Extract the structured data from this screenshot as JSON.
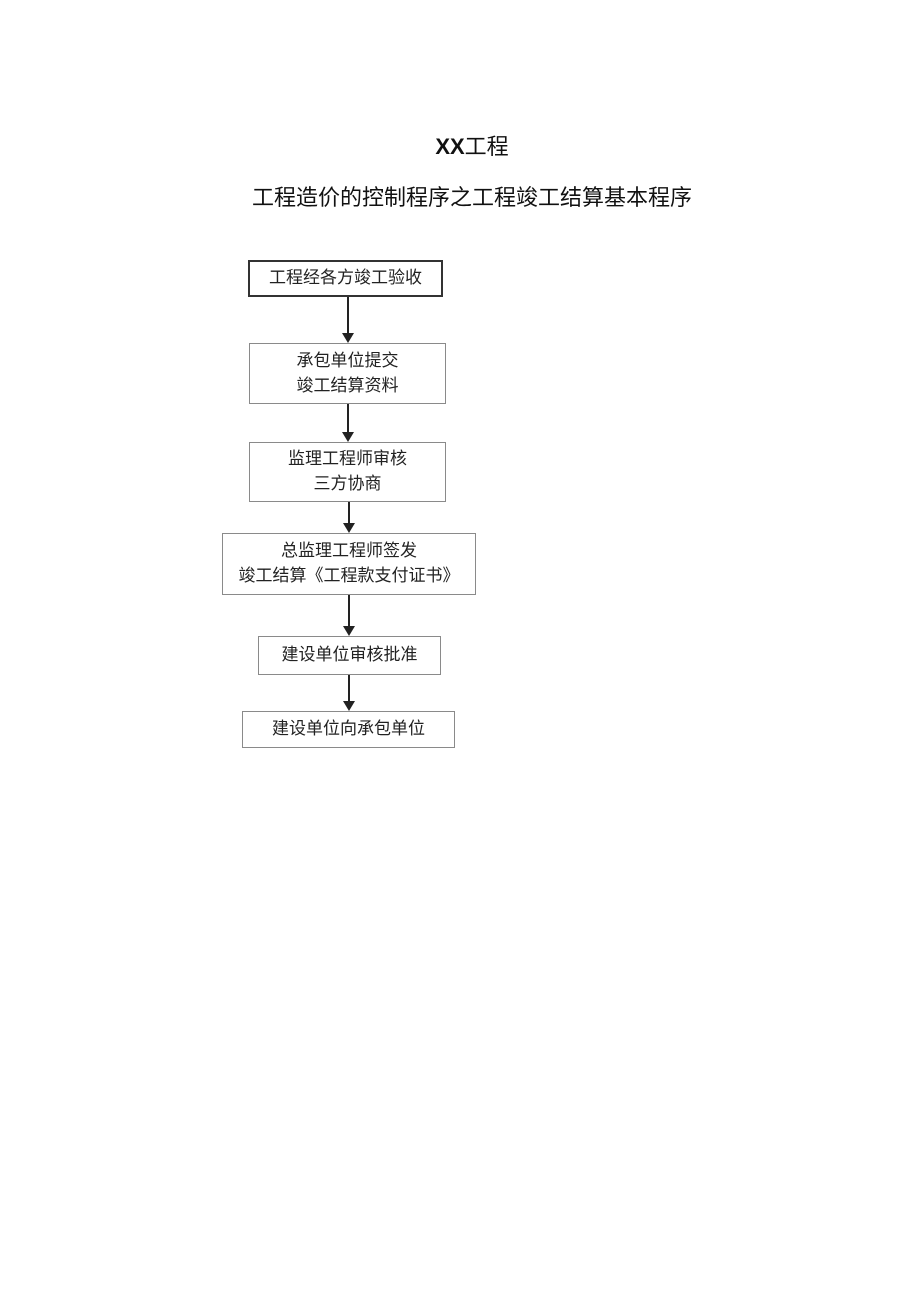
{
  "header": {
    "title_prefix": "XX",
    "title_suffix": "工程",
    "subtitle": "工程造价的控制程序之工程竣工结算基本程序"
  },
  "flow": {
    "steps": [
      {
        "line1": "工程经各方竣工验收",
        "line2": ""
      },
      {
        "line1": "承包单位提交",
        "line2": "竣工结算资料"
      },
      {
        "line1": "监理工程师审核",
        "line2": "三方协商"
      },
      {
        "line1": "总监理工程师签发",
        "line2": "竣工结算《工程款支付证书》"
      },
      {
        "line1": "建设单位审核批准",
        "line2": ""
      },
      {
        "line1": "建设单位向承包单位",
        "line2": ""
      }
    ]
  }
}
